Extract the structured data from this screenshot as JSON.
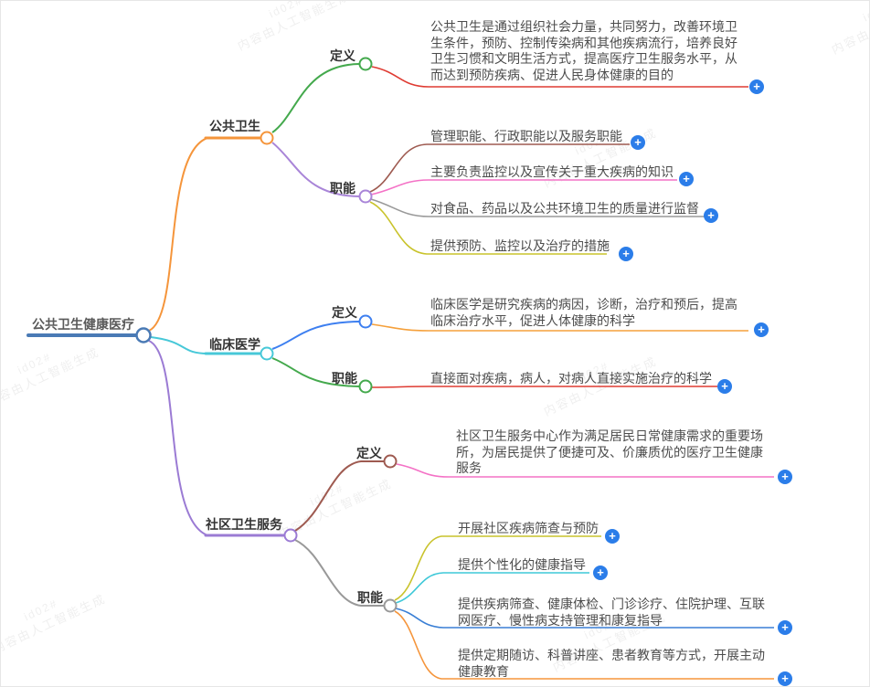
{
  "ui": {
    "add_label": "+"
  },
  "watermark": {
    "line1": "id02#",
    "line2": "内容由人工智能生成"
  },
  "colors": {
    "root_blue": "#4a7ab5",
    "orange": "#f5953b",
    "orange_light": "#f5a03b",
    "cyan": "#47c8d8",
    "cyan_item": "#3ec8d8",
    "purple": "#9b7bd4",
    "purple_light": "#a985d8",
    "green": "#44a94d",
    "red": "#df3b32",
    "brown": "#9e5a50",
    "pink": "#f472c6",
    "gray": "#999999",
    "yellow": "#c9c32c",
    "blue": "#3d7ff0",
    "blue_mid": "#3a7fd5",
    "add_button": "#2b7de9"
  },
  "map": {
    "root": {
      "label": "公共卫生健康医疗"
    },
    "branches": [
      {
        "label": "公共卫生",
        "children": [
          {
            "label": "定义",
            "items": [
              {
                "text": "公共卫生是通过组织社会力量，共同努力，改善环境卫生条件，预防、控制传染病和其他疾病流行，培养良好卫生习惯和文明生活方式，提高医疗卫生服务水平，从而达到预防疾病、促进人民身体健康的目的"
              }
            ]
          },
          {
            "label": "职能",
            "items": [
              {
                "text": "管理职能、行政职能以及服务职能"
              },
              {
                "text": "主要负责监控以及宣传关于重大疾病的知识"
              },
              {
                "text": "对食品、药品以及公共环境卫生的质量进行监督"
              },
              {
                "text": "提供预防、监控以及治疗的措施"
              }
            ]
          }
        ]
      },
      {
        "label": "临床医学",
        "children": [
          {
            "label": "定义",
            "items": [
              {
                "text": "临床医学是研究疾病的病因，诊断，治疗和预后，提高临床治疗水平，促进人体健康的科学"
              }
            ]
          },
          {
            "label": "职能",
            "items": [
              {
                "text": "直接面对疾病，病人，对病人直接实施治疗的科学"
              }
            ]
          }
        ]
      },
      {
        "label": "社区卫生服务",
        "children": [
          {
            "label": "定义",
            "items": [
              {
                "text": "社区卫生服务中心作为满足居民日常健康需求的重要场所，为居民提供了便捷可及、价廉质优的医疗卫生健康服务"
              }
            ]
          },
          {
            "label": "职能",
            "items": [
              {
                "text": "开展社区疾病筛查与预防"
              },
              {
                "text": "提供个性化的健康指导"
              },
              {
                "text": "提供疾病筛查、健康体检、门诊诊疗、住院护理、互联网医疗、慢性病支持管理和康复指导"
              },
              {
                "text": "提供定期随访、科普讲座、患者教育等方式，开展主动健康教育"
              }
            ]
          }
        ]
      }
    ]
  }
}
